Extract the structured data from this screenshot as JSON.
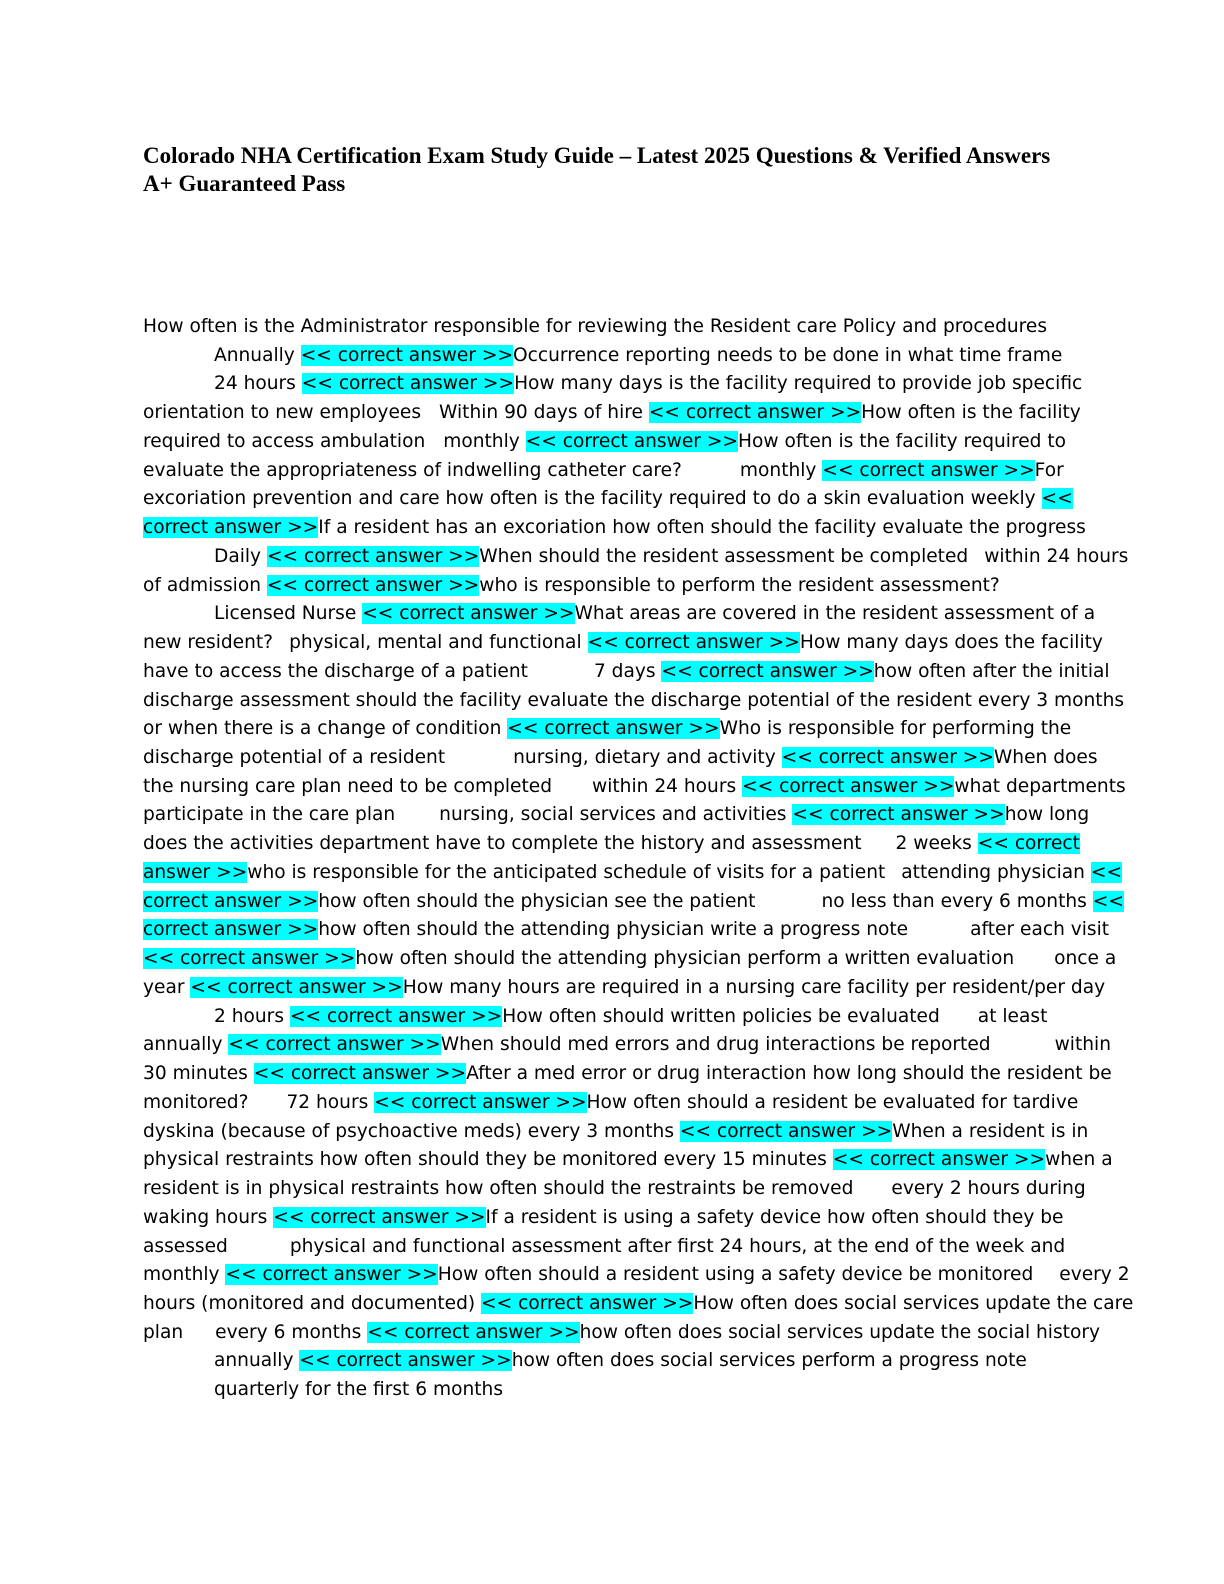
{
  "title": "Colorado NHA Certification Exam Study Guide – Latest 2025 Questions & Verified Answers A+ Guaranteed Pass",
  "highlight_color": "#00ffff",
  "lines": [
    {
      "indent": false,
      "segs": [
        {
          "t": "How often is the Administrator responsible for reviewing the Resident care Policy and procedures"
        }
      ]
    },
    {
      "indent": true,
      "segs": [
        {
          "t": "Annually "
        },
        {
          "t": "<< correct answer >>",
          "hl": true
        },
        {
          "t": "Occurrence reporting needs to be done in what time frame"
        }
      ]
    },
    {
      "indent": true,
      "segs": [
        {
          "t": "24 hours "
        },
        {
          "t": "<< correct answer >>",
          "hl": true
        },
        {
          "t": "How many days is the facility required to provide job specific"
        }
      ]
    },
    {
      "indent": false,
      "segs": [
        {
          "t": "orientation to new employees"
        },
        {
          "gap": 18
        },
        {
          "t": "Within 90 days of hire "
        },
        {
          "t": "<< correct answer >>",
          "hl": true
        },
        {
          "t": "How often is the facility"
        }
      ]
    },
    {
      "indent": false,
      "segs": [
        {
          "t": "required to access ambulation"
        },
        {
          "gap": 18
        },
        {
          "t": "monthly "
        },
        {
          "t": "<< correct answer >>",
          "hl": true
        },
        {
          "t": "How often is the facility required to"
        }
      ]
    },
    {
      "indent": false,
      "segs": [
        {
          "t": "evaluate the appropriateness of indwelling catheter care?"
        },
        {
          "gap": 58
        },
        {
          "t": "monthly "
        },
        {
          "t": "<< correct answer >>",
          "hl": true
        },
        {
          "t": "For"
        }
      ]
    },
    {
      "indent": false,
      "segs": [
        {
          "t": "excoriation prevention and care how often is the facility required to do a skin evaluation weekly "
        },
        {
          "t": "<<",
          "hl": true
        }
      ]
    },
    {
      "indent": false,
      "segs": [
        {
          "t": "correct answer >>",
          "hl": true
        },
        {
          "t": "If a resident has an excoriation how often should the facility evaluate the progress"
        }
      ]
    },
    {
      "indent": true,
      "segs": [
        {
          "t": "Daily "
        },
        {
          "t": "<< correct answer >>",
          "hl": true
        },
        {
          "t": "When should the resident assessment be completed"
        },
        {
          "gap": 16
        },
        {
          "t": "within 24 hours"
        }
      ]
    },
    {
      "indent": false,
      "segs": [
        {
          "t": "of admission "
        },
        {
          "t": "<< correct answer >>",
          "hl": true
        },
        {
          "t": "who is responsible to perform the resident assessment?"
        }
      ]
    },
    {
      "indent": true,
      "segs": [
        {
          "t": "Licensed Nurse "
        },
        {
          "t": "<< correct answer >>",
          "hl": true
        },
        {
          "t": "What areas are covered in the resident assessment of a"
        }
      ]
    },
    {
      "indent": false,
      "segs": [
        {
          "t": "new resident?"
        },
        {
          "gap": 16
        },
        {
          "t": "physical, mental and functional "
        },
        {
          "t": "<< correct answer >>",
          "hl": true
        },
        {
          "t": "How many days does the facility"
        }
      ]
    },
    {
      "indent": false,
      "segs": [
        {
          "t": "have to access the discharge of a patient"
        },
        {
          "gap": 66
        },
        {
          "t": "7 days "
        },
        {
          "t": "<< correct answer >>",
          "hl": true
        },
        {
          "t": "how often after the initial"
        }
      ]
    },
    {
      "indent": false,
      "segs": [
        {
          "t": "discharge assessment should the facility evaluate the discharge potential of the resident every 3 months"
        }
      ]
    },
    {
      "indent": false,
      "segs": [
        {
          "t": "or when there is a change of condition "
        },
        {
          "t": "<< correct answer >>",
          "hl": true
        },
        {
          "t": "Who is responsible for performing the"
        }
      ]
    },
    {
      "indent": false,
      "segs": [
        {
          "t": "discharge potential of a resident"
        },
        {
          "gap": 68
        },
        {
          "t": "nursing, dietary and activity "
        },
        {
          "t": "<< correct answer >>",
          "hl": true
        },
        {
          "t": "When does"
        }
      ]
    },
    {
      "indent": false,
      "segs": [
        {
          "t": "the nursing care plan need to be completed"
        },
        {
          "gap": 40
        },
        {
          "t": "within 24 hours "
        },
        {
          "t": "<< correct answer >>",
          "hl": true
        },
        {
          "t": "what departments"
        }
      ]
    },
    {
      "indent": false,
      "segs": [
        {
          "t": "participate in the care plan"
        },
        {
          "gap": 44
        },
        {
          "t": "nursing, social services and activities "
        },
        {
          "t": "<< correct answer >>",
          "hl": true
        },
        {
          "t": "how long"
        }
      ]
    },
    {
      "indent": false,
      "segs": [
        {
          "t": "does the activities department have to complete the history and assessment"
        },
        {
          "gap": 34
        },
        {
          "t": "2 weeks "
        },
        {
          "t": "<< correct",
          "hl": true
        }
      ]
    },
    {
      "indent": false,
      "segs": [
        {
          "t": "answer >>",
          "hl": true
        },
        {
          "t": "who is responsible for the anticipated schedule of visits for a patient"
        },
        {
          "gap": 16
        },
        {
          "t": "attending physician "
        },
        {
          "t": "<<",
          "hl": true
        }
      ]
    },
    {
      "indent": false,
      "segs": [
        {
          "t": "correct answer >>",
          "hl": true
        },
        {
          "t": "how often should the physician see the patient"
        },
        {
          "gap": 66
        },
        {
          "t": "no less than every 6 months "
        },
        {
          "t": "<<",
          "hl": true
        }
      ]
    },
    {
      "indent": false,
      "segs": [
        {
          "t": "correct answer >>",
          "hl": true
        },
        {
          "t": "how often should the attending physician write a progress note"
        },
        {
          "gap": 62
        },
        {
          "t": "after each visit"
        }
      ]
    },
    {
      "indent": false,
      "segs": [
        {
          "t": "<< correct answer >>",
          "hl": true
        },
        {
          "t": "how often should the attending physician perform a written evaluation"
        },
        {
          "gap": 40
        },
        {
          "t": "once a"
        }
      ]
    },
    {
      "indent": false,
      "segs": [
        {
          "t": "year "
        },
        {
          "t": "<< correct answer >>",
          "hl": true
        },
        {
          "t": "How many hours are required in a nursing care facility per resident/per day"
        }
      ]
    },
    {
      "indent": true,
      "segs": [
        {
          "t": "2 hours "
        },
        {
          "t": "<< correct answer >>",
          "hl": true
        },
        {
          "t": "How often should written policies be evaluated"
        },
        {
          "gap": 38
        },
        {
          "t": "at least"
        }
      ]
    },
    {
      "indent": false,
      "segs": [
        {
          "t": "annually "
        },
        {
          "t": "<< correct answer >>",
          "hl": true
        },
        {
          "t": "When should med errors and drug interactions be reported"
        },
        {
          "gap": 64
        },
        {
          "t": "within"
        }
      ]
    },
    {
      "indent": false,
      "segs": [
        {
          "t": "30 minutes "
        },
        {
          "t": "<< correct answer >>",
          "hl": true
        },
        {
          "t": "After a med error or drug interaction how long should the resident be"
        }
      ]
    },
    {
      "indent": false,
      "segs": [
        {
          "t": "monitored?"
        },
        {
          "gap": 38
        },
        {
          "t": "72 hours "
        },
        {
          "t": "<< correct answer >>",
          "hl": true
        },
        {
          "t": "How often should a resident be evaluated for tardive"
        }
      ]
    },
    {
      "indent": false,
      "segs": [
        {
          "t": "dyskina (because of psychoactive meds) every 3 months "
        },
        {
          "t": "<< correct answer >>",
          "hl": true
        },
        {
          "t": "When a resident is in"
        }
      ]
    },
    {
      "indent": false,
      "segs": [
        {
          "t": "physical restraints how often should they be monitored  every 15 minutes "
        },
        {
          "t": "<< correct answer >>",
          "hl": true
        },
        {
          "t": "when a"
        }
      ]
    },
    {
      "indent": false,
      "segs": [
        {
          "t": "resident is in physical restraints how often should the restraints be removed"
        },
        {
          "gap": 38
        },
        {
          "t": "every 2 hours during"
        }
      ]
    },
    {
      "indent": false,
      "segs": [
        {
          "t": "waking hours "
        },
        {
          "t": "<< correct answer >>",
          "hl": true
        },
        {
          "t": "If a resident is using a safety device how often should they be"
        }
      ]
    },
    {
      "indent": false,
      "segs": [
        {
          "t": "assessed"
        },
        {
          "gap": 62
        },
        {
          "t": "physical and functional assessment after first 24 hours, at the end of the week and"
        }
      ]
    },
    {
      "indent": false,
      "segs": [
        {
          "t": "monthly "
        },
        {
          "t": "<< correct answer >>",
          "hl": true
        },
        {
          "t": "How often should a resident using a safety device be monitored"
        },
        {
          "gap": 26
        },
        {
          "t": "every 2"
        }
      ]
    },
    {
      "indent": false,
      "segs": [
        {
          "t": "hours (monitored and documented) "
        },
        {
          "t": "<< correct answer >>",
          "hl": true
        },
        {
          "t": "How often does social services update the care"
        }
      ]
    },
    {
      "indent": false,
      "segs": [
        {
          "t": "plan"
        },
        {
          "gap": 32
        },
        {
          "t": "every 6 months "
        },
        {
          "t": "<< correct answer >>",
          "hl": true
        },
        {
          "t": "how often does social services update the social history"
        }
      ]
    },
    {
      "indent": true,
      "segs": [
        {
          "t": "annually "
        },
        {
          "t": "<< correct answer >>",
          "hl": true
        },
        {
          "t": "how often does social services perform a progress note"
        }
      ]
    },
    {
      "indent": true,
      "segs": [
        {
          "t": "quarterly for the first 6 months"
        }
      ]
    }
  ]
}
